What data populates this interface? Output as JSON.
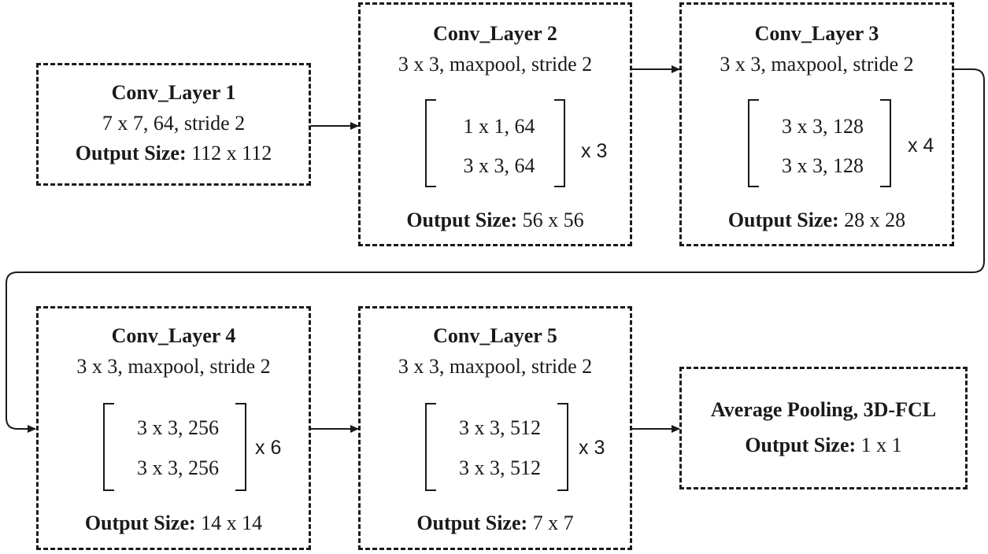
{
  "layers": [
    {
      "title": "Conv_Layer 1",
      "lines": [
        "7 x 7, 64, stride 2"
      ],
      "output_label": "Output Size:",
      "output_value": "112 x 112"
    },
    {
      "title": "Conv_Layer 2",
      "lines": [
        "3 x 3, maxpool, stride 2"
      ],
      "matrix": [
        "1 x 1, 64",
        "3 x 3, 64"
      ],
      "repeat": "x 3",
      "output_label": "Output Size:",
      "output_value": "56 x 56"
    },
    {
      "title": "Conv_Layer 3",
      "lines": [
        "3 x 3, maxpool, stride 2"
      ],
      "matrix": [
        "3 x 3, 128",
        "3 x 3, 128"
      ],
      "repeat": "x 4",
      "output_label": "Output Size:",
      "output_value": "28 x 28"
    },
    {
      "title": "Conv_Layer 4",
      "lines": [
        "3 x 3, maxpool, stride 2"
      ],
      "matrix": [
        "3 x 3, 256",
        "3 x 3, 256"
      ],
      "repeat": "x 6",
      "output_label": "Output Size:",
      "output_value": "14 x 14"
    },
    {
      "title": "Conv_Layer 5",
      "lines": [
        "3 x 3, maxpool, stride 2"
      ],
      "matrix": [
        "3 x 3, 512",
        "3 x 3, 512"
      ],
      "repeat": "x 3",
      "output_label": "Output Size:",
      "output_value": "7 x 7"
    },
    {
      "title": "Average Pooling, 3D-FCL",
      "lines": [],
      "output_label": "Output Size:",
      "output_value": "1 x 1"
    }
  ],
  "flow": [
    [
      "Conv_Layer 1",
      "Conv_Layer 2"
    ],
    [
      "Conv_Layer 2",
      "Conv_Layer 3"
    ],
    [
      "Conv_Layer 3",
      "Conv_Layer 4"
    ],
    [
      "Conv_Layer 4",
      "Conv_Layer 5"
    ],
    [
      "Conv_Layer 5",
      "Average Pooling, 3D-FCL"
    ]
  ]
}
